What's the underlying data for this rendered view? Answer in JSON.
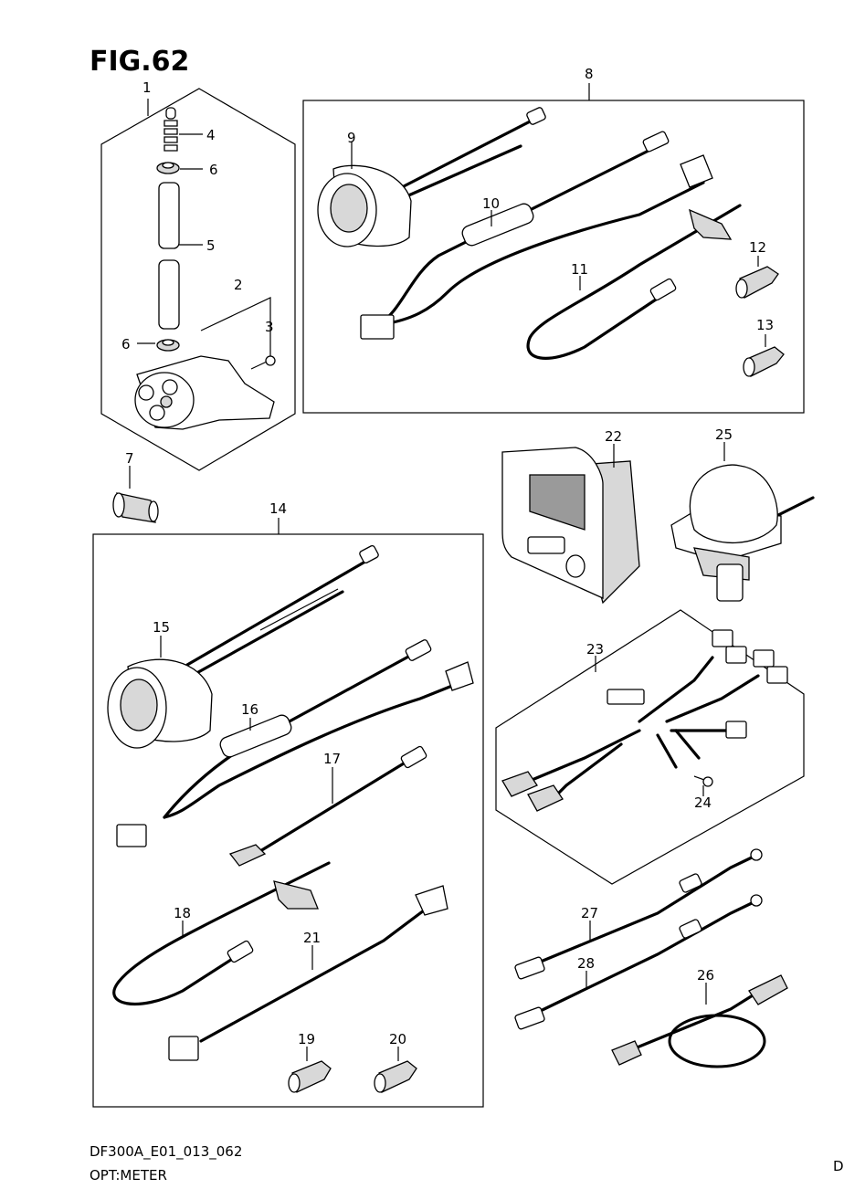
{
  "figure": {
    "title": "FIG.62",
    "code": "DF300A_E01_013_062",
    "name": "OPT:METER",
    "edge_mark": "D"
  },
  "callouts": [
    {
      "id": "c1",
      "label": "1"
    },
    {
      "id": "c2",
      "label": "2"
    },
    {
      "id": "c3",
      "label": "3"
    },
    {
      "id": "c4",
      "label": "4"
    },
    {
      "id": "c5",
      "label": "5"
    },
    {
      "id": "c6a",
      "label": "6"
    },
    {
      "id": "c6b",
      "label": "6"
    },
    {
      "id": "c7",
      "label": "7"
    },
    {
      "id": "c8",
      "label": "8"
    },
    {
      "id": "c9",
      "label": "9"
    },
    {
      "id": "c10",
      "label": "10"
    },
    {
      "id": "c11",
      "label": "11"
    },
    {
      "id": "c12",
      "label": "12"
    },
    {
      "id": "c13",
      "label": "13"
    },
    {
      "id": "c14",
      "label": "14"
    },
    {
      "id": "c15",
      "label": "15"
    },
    {
      "id": "c16",
      "label": "16"
    },
    {
      "id": "c17",
      "label": "17"
    },
    {
      "id": "c18",
      "label": "18"
    },
    {
      "id": "c19",
      "label": "19"
    },
    {
      "id": "c20",
      "label": "20"
    },
    {
      "id": "c21",
      "label": "21"
    },
    {
      "id": "c22",
      "label": "22"
    },
    {
      "id": "c23",
      "label": "23"
    },
    {
      "id": "c24",
      "label": "24"
    },
    {
      "id": "c25",
      "label": "25"
    },
    {
      "id": "c26",
      "label": "26"
    },
    {
      "id": "c27",
      "label": "27"
    },
    {
      "id": "c28",
      "label": "28"
    }
  ]
}
